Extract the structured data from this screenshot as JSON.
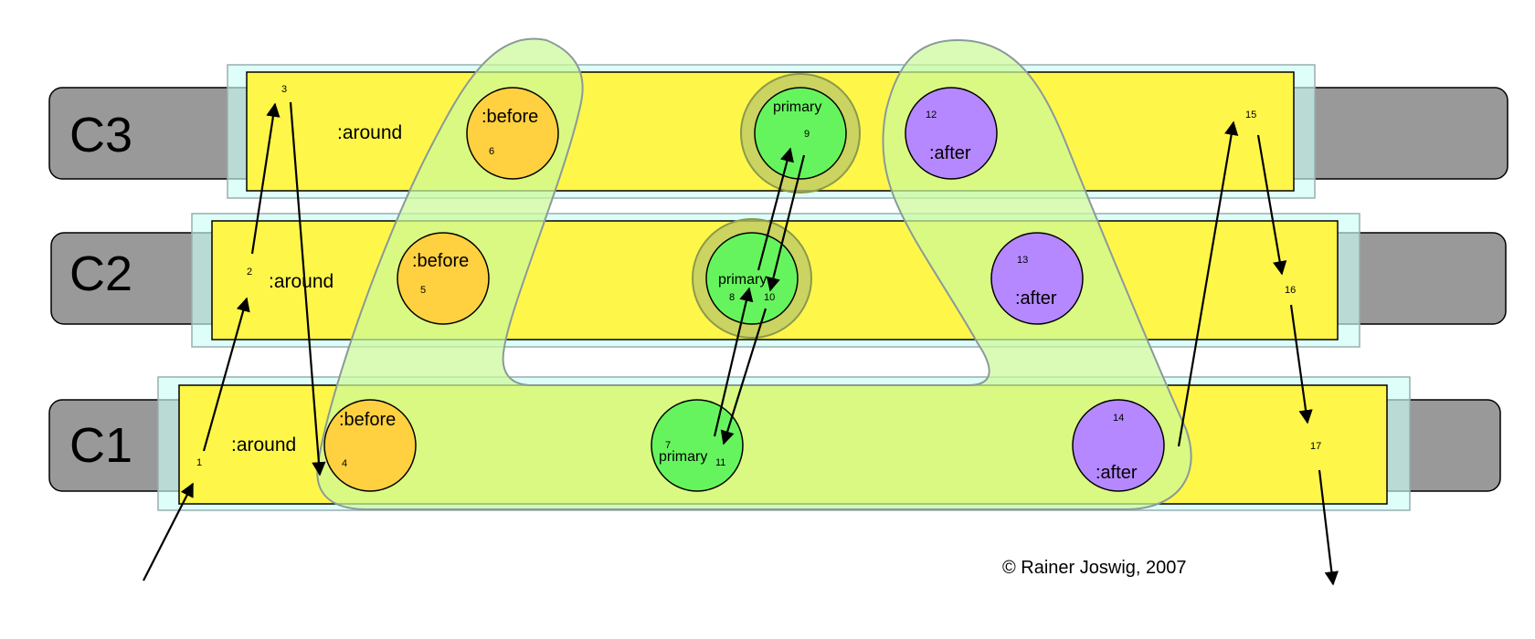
{
  "classes": [
    {
      "label": "C3",
      "around": ":around",
      "before": ":before",
      "before_step": "6",
      "primary": "primary",
      "primary_steps": [
        "9"
      ],
      "after": ":after",
      "after_step": "12",
      "around_steps": [
        "3",
        "15"
      ]
    },
    {
      "label": "C2",
      "around": ":around",
      "before": ":before",
      "before_step": "5",
      "primary": "primary",
      "primary_steps": [
        "8",
        "10"
      ],
      "after": ":after",
      "after_step": "13",
      "around_steps": [
        "2",
        "16"
      ]
    },
    {
      "label": "C1",
      "around": ":around",
      "before": ":before",
      "before_step": "4",
      "primary": "primary",
      "primary_steps": [
        "7",
        "11"
      ],
      "after": ":after",
      "after_step": "14",
      "around_steps": [
        "1",
        "17"
      ]
    }
  ],
  "copyright": "© Rainer Joswig, 2007",
  "colors": {
    "class_bar": "#999999",
    "method_band": "#fff64a",
    "band_halo": "#ccfff6",
    "before": "#ffd03f",
    "primary": "#66f45e",
    "after": "#b688ff",
    "primary_ring": "#b9c76a",
    "group_fill": "#ccfa9a",
    "group_stroke": "#8a9a9a"
  }
}
